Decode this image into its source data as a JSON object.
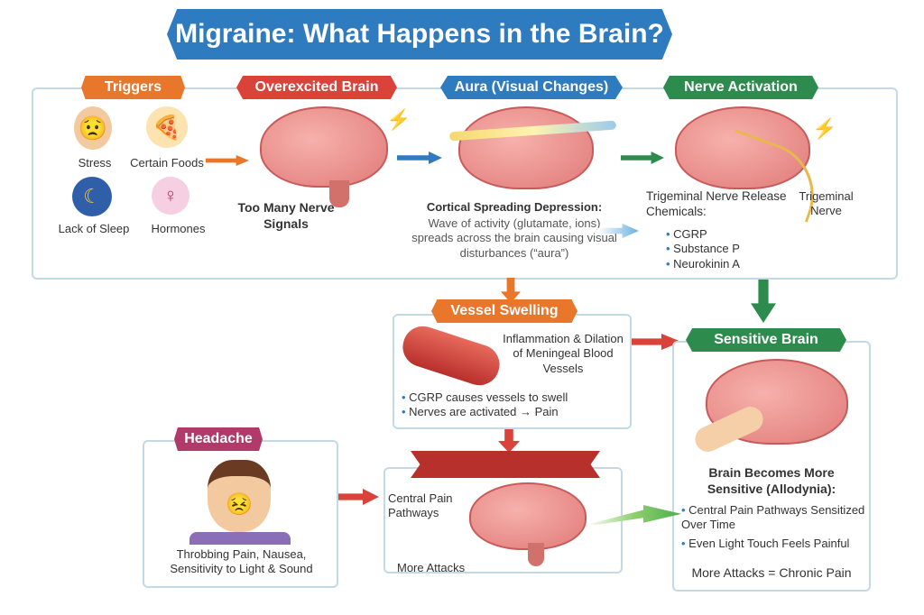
{
  "title": "Migraine: What Happens in the Brain?",
  "triggers": {
    "label": "Triggers",
    "items": [
      "Stress",
      "Certain Foods",
      "Lack of Sleep",
      "Hormones"
    ]
  },
  "overexcited": {
    "label": "Overexcited Brain",
    "text": "Too Many Nerve Signals"
  },
  "aura": {
    "label": "Aura (Visual Changes)",
    "heading": "Cortical Spreading Depression:",
    "text": "Wave of activity (glutamate, ions) spreads across the brain causing visual disturbances (“aura”)"
  },
  "nerve": {
    "label": "Nerve Activation",
    "heading": "Trigeminal Nerve Release Chemicals:",
    "side": "Trigeminal Nerve",
    "items": [
      "CGRP",
      "Substance P",
      "Neurokinin A"
    ]
  },
  "vessel": {
    "label": "Vessel Swelling",
    "text": "Inflammation & Dilation of Meningeal Blood Vessels",
    "items": [
      "CGRP causes vessels to swell",
      "Nerves are activated → Pain"
    ]
  },
  "sensitive": {
    "label": "Sensitive Brain",
    "heading": "Brain Becomes More Sensitive (Allodynia):",
    "items": [
      "Central Pain Pathways Sensitized Over Time",
      "Even Light Touch Feels Painful"
    ],
    "footer": "More Attacks = Chronic Pain"
  },
  "headache": {
    "label": "Headache",
    "text": "Throbbing Pain, Nausea, Sensitivity to Light & Sound"
  },
  "central": {
    "text": "Central Pain Pathways",
    "more": "More Attacks"
  },
  "colors": {
    "blue": "#2f7bc0",
    "orange": "#e8762b",
    "red": "#d9433a",
    "green": "#2e8b4e",
    "pink": "#b03a6a"
  }
}
